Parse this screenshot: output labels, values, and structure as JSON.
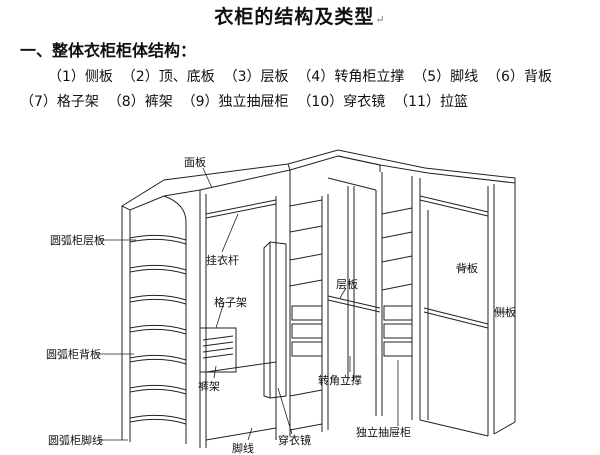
{
  "document": {
    "title": "衣柜的结构及类型",
    "return_mark": "↵",
    "section_heading": "一、整体衣柜柜体结构：",
    "parts_line_1": "（1）侧板  （2）顶、底板  （3）层板  （4）转角柜立撑  （5）脚线  （6）背板",
    "parts_line_2": "（7）格子架  （8）裤架  （9）独立抽屉柜  （10）穿衣镜  （11）拉篮"
  },
  "diagram": {
    "labels": {
      "face_panel": "面板",
      "arc_shelf": "圆弧柜层板",
      "hanging_rod": "挂衣杆",
      "grid_rack": "格子架",
      "arc_back": "圆弧柜背板",
      "pants_rack": "裤架",
      "arc_plinth": "圆弧柜脚线",
      "plinth": "脚线",
      "mirror": "穿衣镜",
      "shelf": "层板",
      "corner_post": "转角立撑",
      "drawer_cabinet": "独立抽屉柜",
      "back_panel": "背板",
      "side_panel": "侧板"
    }
  }
}
